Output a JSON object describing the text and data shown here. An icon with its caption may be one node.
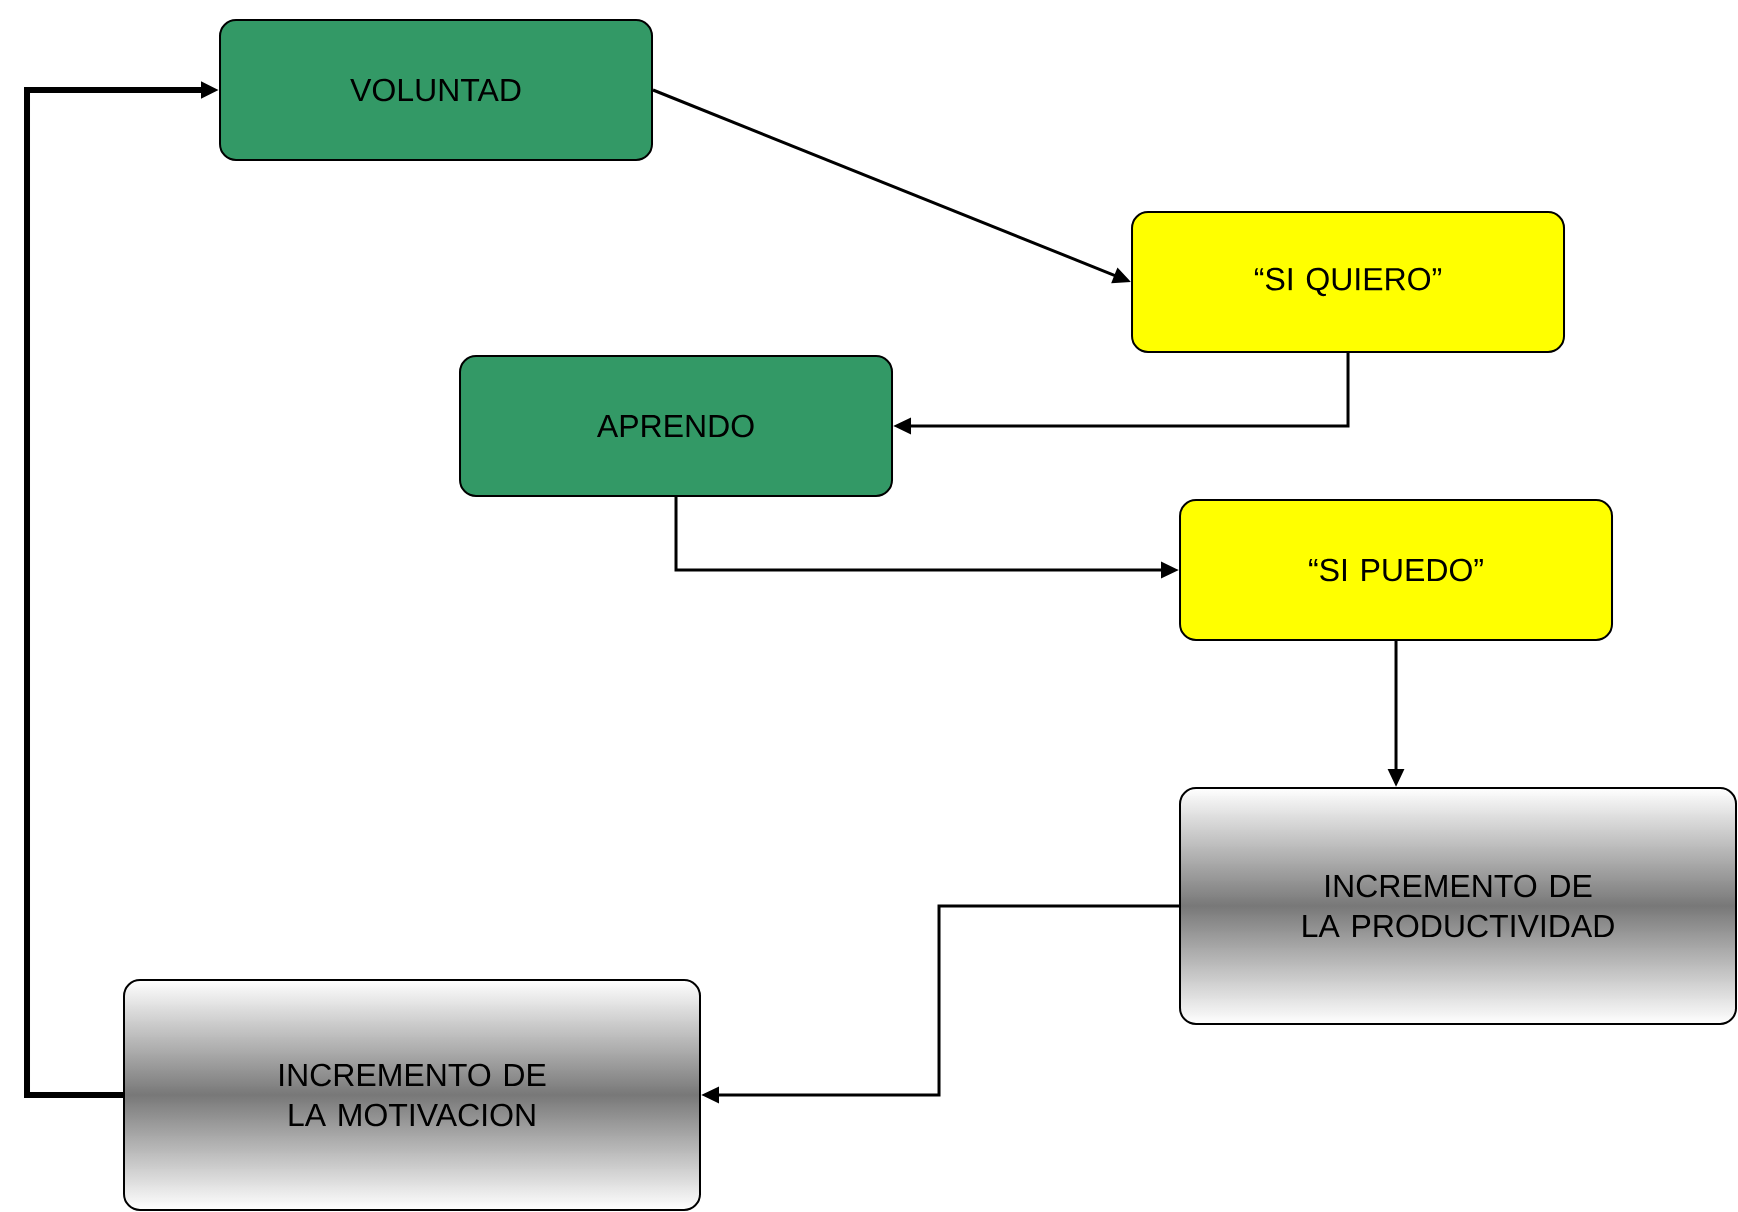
{
  "diagram": {
    "nodes": [
      {
        "text": [
          "VOLUNTAD"
        ]
      },
      {
        "text": [
          "“SI QUIERO”"
        ]
      },
      {
        "text": [
          "APRENDO"
        ]
      },
      {
        "text": [
          "“SI PUEDO”"
        ]
      },
      {
        "text": [
          "INCREMENTO DE LA PRODUCTIVIDAD"
        ]
      },
      {
        "text": [
          "INCREMENTO DE LA MOTIVACION"
        ]
      }
    ],
    "edges": [
      {
        "from": 0,
        "to": 1,
        "arrow": "to"
      },
      {
        "from": 1,
        "to": 2,
        "arrow": "to"
      },
      {
        "from": 2,
        "to": 3,
        "arrow": "to"
      },
      {
        "from": 3,
        "to": 4,
        "arrow": "to"
      },
      {
        "from": 4,
        "to": 5,
        "arrow": "to"
      },
      {
        "from": 5,
        "to": 0,
        "arrow": "to",
        "style": "thick"
      }
    ]
  }
}
